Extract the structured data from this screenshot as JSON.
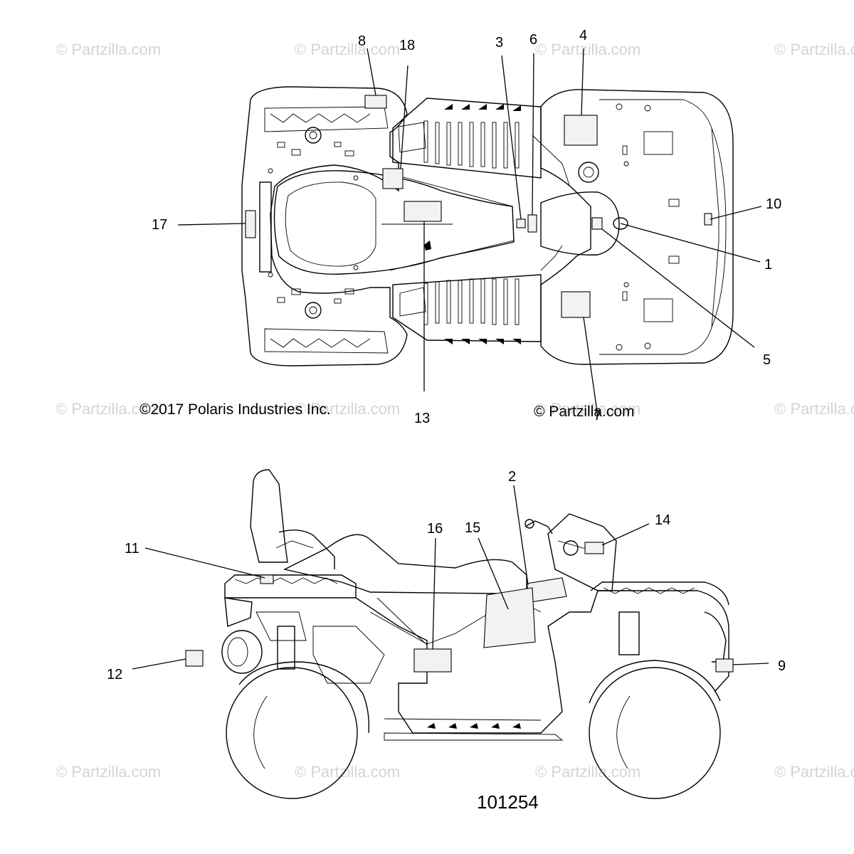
{
  "watermarks": [
    "© Partzilla.com",
    "© Partzilla.com",
    "© Partzilla.com",
    "© Partzilla.com",
    "© Partzilla.com",
    "© Partzilla.com",
    "© Partzilla.com",
    "© Partzilla.com",
    "© Partzilla.com",
    "© Partzilla.com",
    "© Partzilla.com",
    "© Partzilla.com"
  ],
  "copyright": "©2017  Polaris Industries Inc.",
  "partzilla_mark": "© Partzilla.com",
  "figure_number": "101254",
  "callouts": {
    "top_view": [
      "8",
      "18",
      "3",
      "6",
      "4",
      "17",
      "10",
      "1",
      "5",
      "13",
      "7"
    ],
    "side_view": [
      "2",
      "16",
      "15",
      "14",
      "11",
      "12",
      "9"
    ]
  }
}
